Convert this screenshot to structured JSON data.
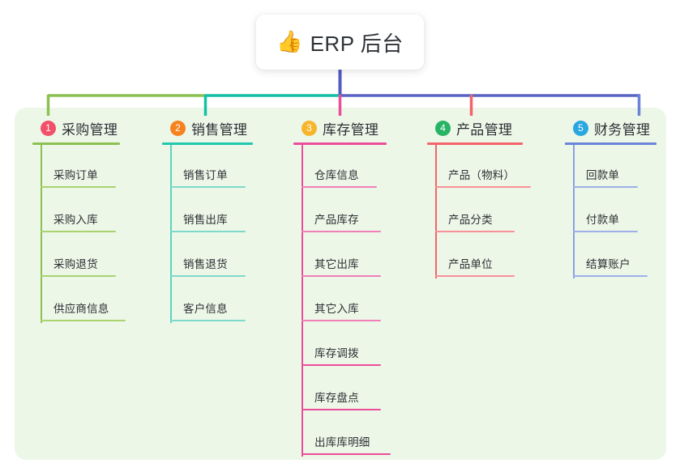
{
  "diagram": {
    "type": "mindmap",
    "root": {
      "icon": "thumbs-up-icon",
      "emoji": "👍",
      "title": "ERP 后台",
      "stem_color": "#4f5bbf"
    },
    "panel_color": "#edf7e8",
    "branches": [
      {
        "number": "1",
        "title": "采购管理",
        "badge_color": "#f2506a",
        "line_color": "#8cc152",
        "connector_color": "#8cc152",
        "items": [
          "采购订单",
          "采购入库",
          "采购退货",
          "供应商信息"
        ]
      },
      {
        "number": "2",
        "title": "销售管理",
        "badge_color": "#f6821f",
        "line_color": "#1ec9ad",
        "connector_color": "#13c0a5",
        "items": [
          "销售订单",
          "销售出库",
          "销售退货",
          "客户信息"
        ]
      },
      {
        "number": "3",
        "title": "库存管理",
        "badge_color": "#f7b52c",
        "line_color": "#ec4d9b",
        "connector_color": "#ec4d9b",
        "items": [
          "仓库信息",
          "产品库存",
          "其它出库",
          "其它入库",
          "库存调拨",
          "库存盘点",
          "出库库明细"
        ]
      },
      {
        "number": "4",
        "title": "产品管理",
        "badge_color": "#27b464",
        "line_color": "#f4636b",
        "connector_color": "#f4636b",
        "items": [
          "产品（物料）",
          "产品分类",
          "产品单位"
        ]
      },
      {
        "number": "5",
        "title": "财务管理",
        "badge_color": "#29a7e1",
        "line_color": "#6b84d8",
        "connector_color": "#6b84d8",
        "items": [
          "回款单",
          "付款单",
          "结算账户"
        ]
      }
    ],
    "trunk_segments": [
      {
        "name": "trunk-left-green",
        "color": "#8cc152"
      },
      {
        "name": "trunk-mid-teal",
        "color": "#13c0a5"
      },
      {
        "name": "trunk-right-blue",
        "color": "#5a63c4"
      }
    ]
  }
}
